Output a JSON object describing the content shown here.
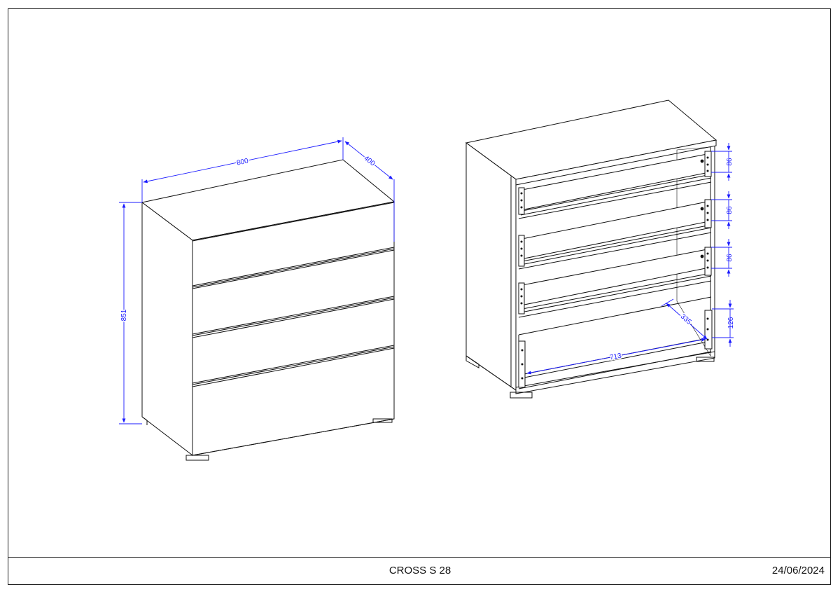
{
  "title_block": {
    "title": "CROSS S 28",
    "date": "24/06/2024"
  },
  "dimensions": {
    "width": "800",
    "depth": "400",
    "height": "851",
    "drawer_heights": [
      "86",
      "86",
      "86",
      "126"
    ],
    "inner_width": "713",
    "inner_depth": "335"
  },
  "colors": {
    "line": "#111111",
    "dimension": "#1a1aff"
  }
}
